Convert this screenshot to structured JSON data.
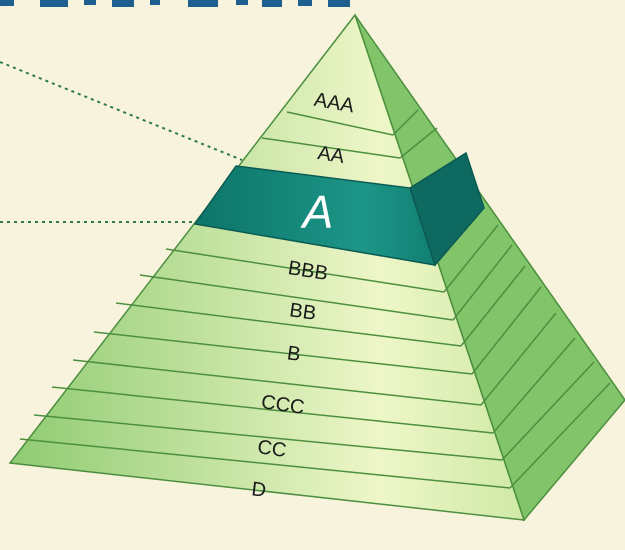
{
  "diagram": {
    "tiers": [
      {
        "label": "AAA"
      },
      {
        "label": "AA"
      },
      {
        "label": "A",
        "highlight": true
      },
      {
        "label": "BBB"
      },
      {
        "label": "BB"
      },
      {
        "label": "B"
      },
      {
        "label": "CCC"
      },
      {
        "label": "CC"
      },
      {
        "label": "D"
      }
    ],
    "colors": {
      "background": "#f7f3dc",
      "front_light": "#eef6c8",
      "front_dark": "#8fcb72",
      "side": "#82c46a",
      "highlight_front": "#17897e",
      "highlight_side": "#0e6a60",
      "edge": "#4c8f3e",
      "leader": "#2f7a4a",
      "title": "#1f5f8f"
    }
  }
}
